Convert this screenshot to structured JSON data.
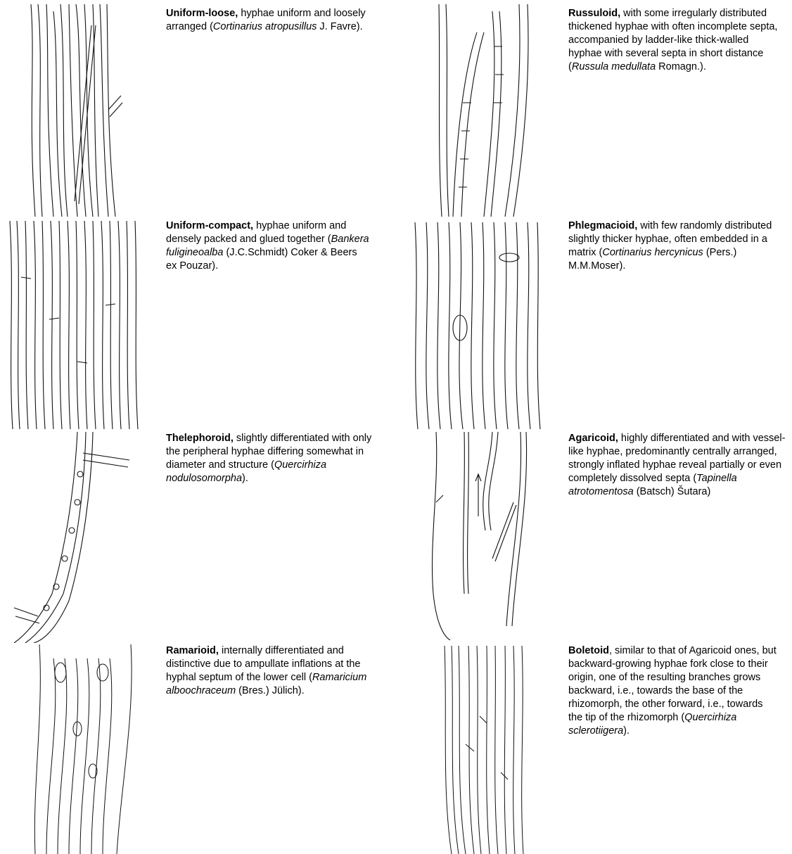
{
  "panels": [
    {
      "id": "uniform-loose",
      "title": "Uniform-loose,",
      "text_before": " hyphae uniform and loosely arranged (",
      "species": "Cortinarius atropusillus",
      "text_after": " J. Favre)."
    },
    {
      "id": "russuloid",
      "title": "Russuloid,",
      "text_before": " with some irregularly distributed thickened hyphae with often incomplete septa, accompanied by ladder-like thick-walled hyphae with several septa in short distance (",
      "species": "Russula medullata",
      "text_after": " Romagn.)."
    },
    {
      "id": "uniform-compact",
      "title": "Uniform-compact,",
      "text_before": " hyphae uniform and densely packed and glued together (",
      "species": "Bankera fuligineoalba",
      "text_after": " (J.C.Schmidt) Coker & Beers ex Pouzar)."
    },
    {
      "id": "phlegmacioid",
      "title": "Phlegmacioid,",
      "text_before": " with few randomly distributed slightly thicker hyphae, often embedded in a matrix (",
      "species": "Cortinarius hercynicus",
      "text_after": " (Pers.) M.M.Moser)."
    },
    {
      "id": "thelephoroid",
      "title": "Thelephoroid,",
      "text_before": " slightly differentiated with only the peripheral hyphae differing somewhat in diameter and structure (",
      "species": "Quercirhiza nodulosomorpha",
      "text_after": ")."
    },
    {
      "id": "agaricoid",
      "title": "Agaricoid,",
      "text_before": " highly differentiated and with vessel-like hyphae, predominantly centrally arranged, strongly inflated hyphae reveal partially or even completely dissolved septa (",
      "species": "Tapinella atrotomentosa",
      "text_after": " (Batsch) Šutara)"
    },
    {
      "id": "ramarioid",
      "title": "Ramarioid,",
      "text_before": " internally differentiated and distinctive due to ampullate inflations at the hyphal septum of the lower cell (",
      "species": "Ramaricium alboochraceum",
      "text_after": " (Bres.) Jülich)."
    },
    {
      "id": "boletoid",
      "title": "Boletoid",
      "text_before": ", similar to that of Agaricoid ones, but backward-growing hyphae fork close to their origin, one of the resulting branches grows backward, i.e., towards the base of the rhizomorph, the other forward, i.e., towards the tip of the rhizomorph (",
      "species": "Quercirhiza sclerotiigera",
      "text_after": ")."
    }
  ]
}
